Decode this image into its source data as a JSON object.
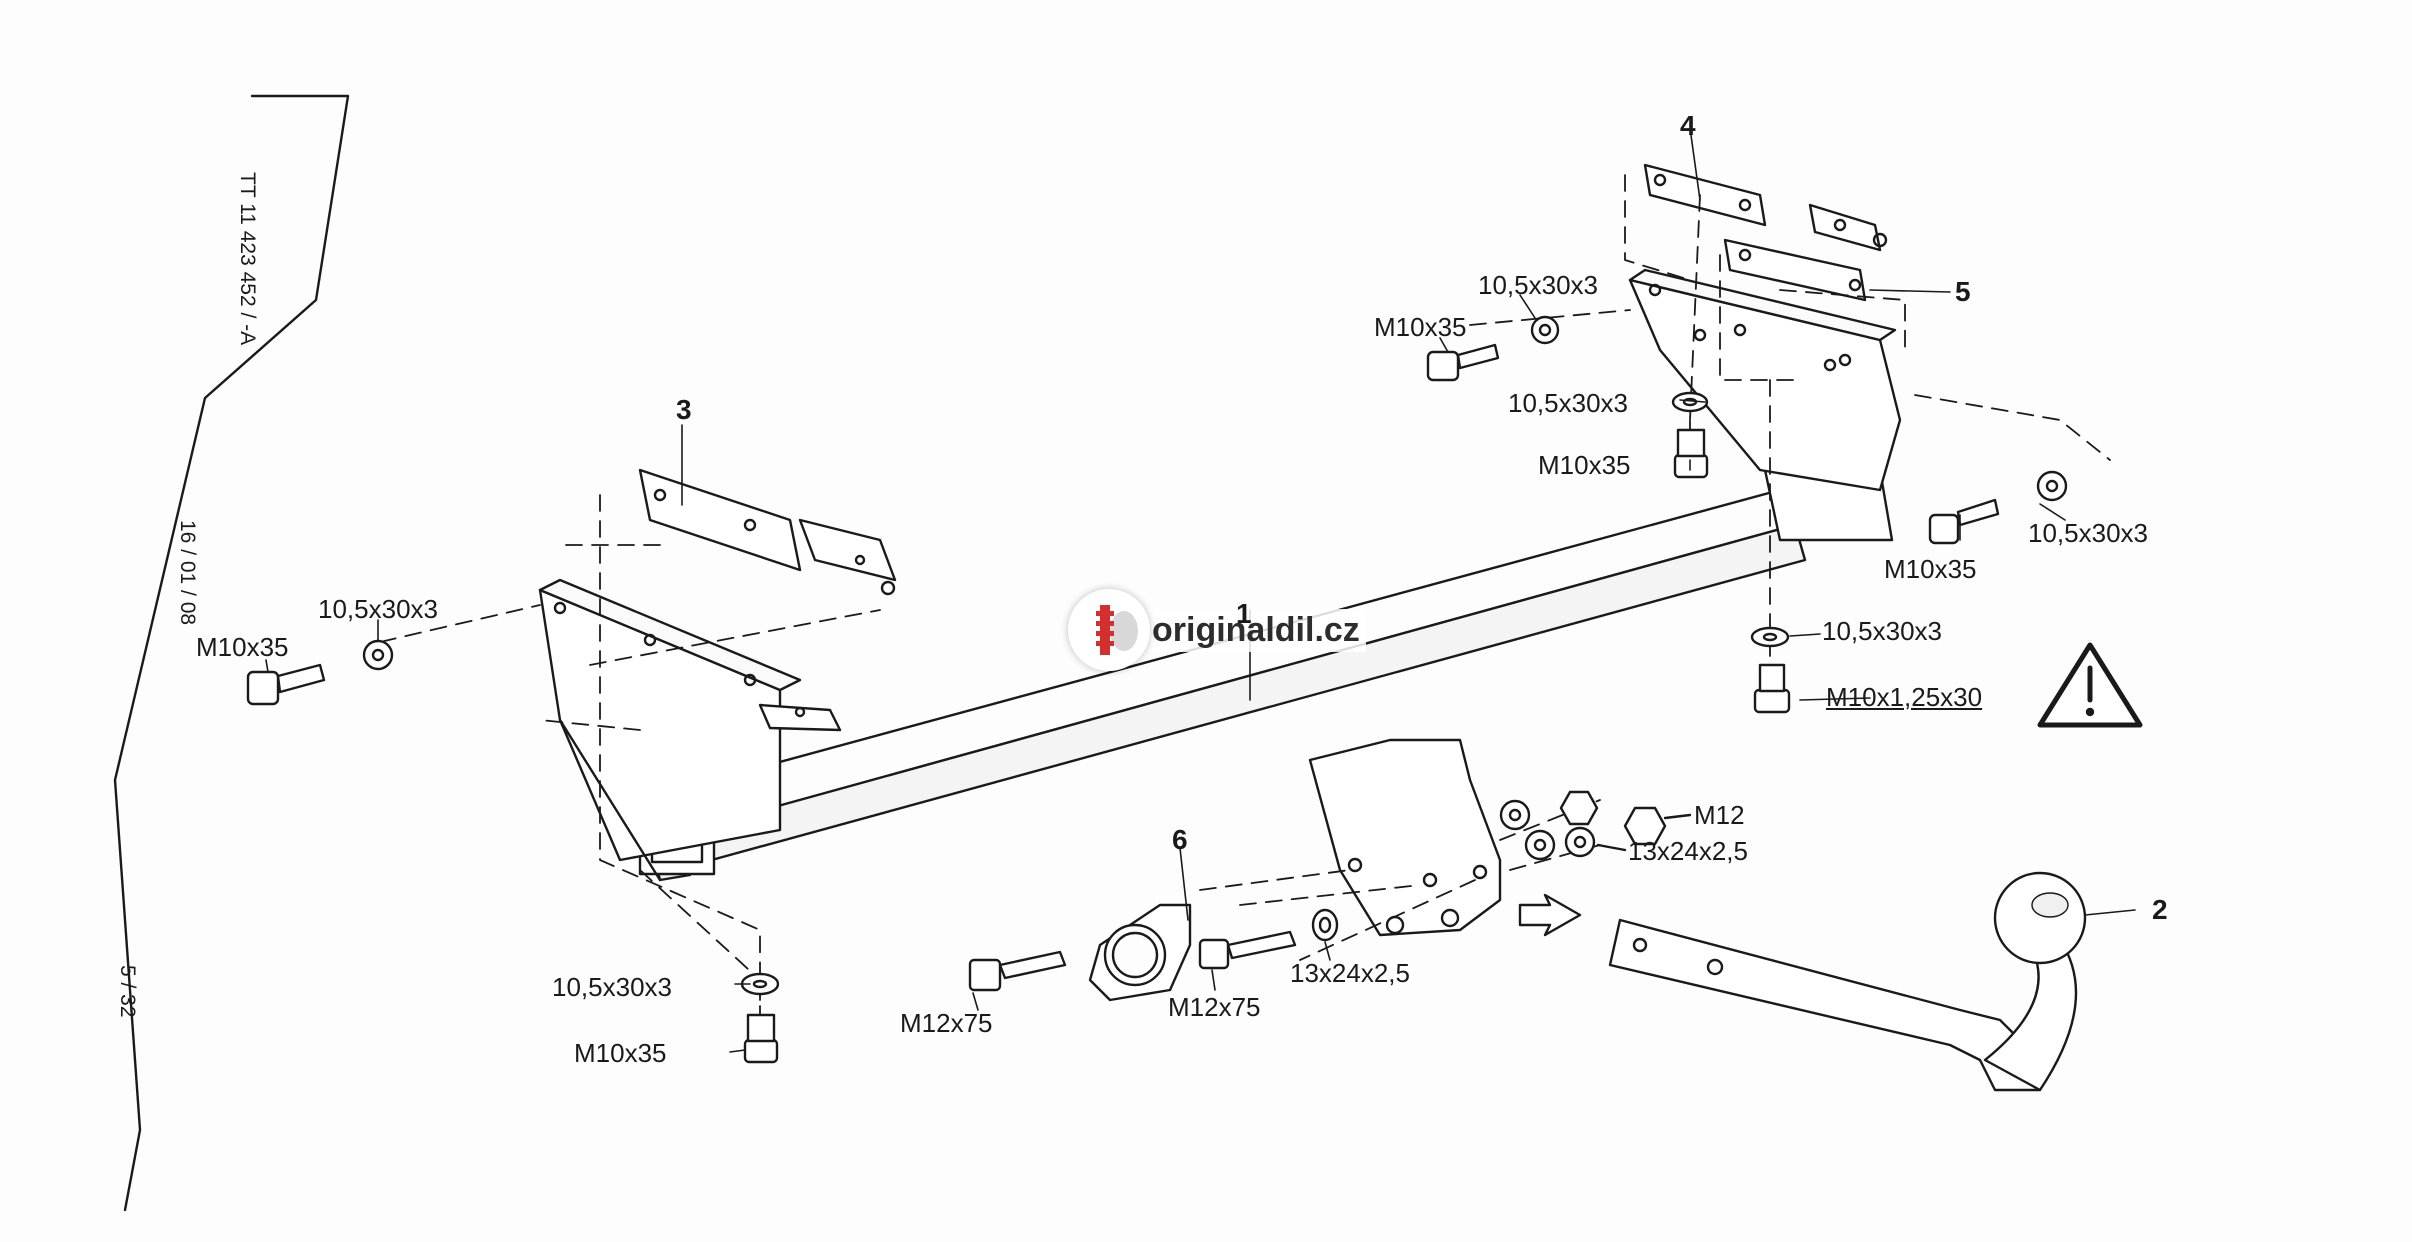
{
  "side_info": {
    "code": "TT 11 423 452 / -A",
    "date": "16 / 01 / 08",
    "page": "5 / 32"
  },
  "watermark": {
    "brand": "originaldil.cz"
  },
  "part_numbers": {
    "p1": "1",
    "p2": "2",
    "p3": "3",
    "p4": "4",
    "p5": "5",
    "p6": "6"
  },
  "hardware_labels": {
    "left_bolt": "M10x35",
    "left_washer": "10,5x30x3",
    "left_bottom_washer": "10,5x30x3",
    "left_bottom_bolt": "M10x35",
    "top_washer": "10,5x30x3",
    "top_bolt": "M10x35",
    "mid_washer": "10,5x30x3",
    "mid_bolt": "M10x35",
    "right_washer": "10,5x30x3",
    "right_bolt": "M10x35",
    "right_lower_washer": "10,5x30x3",
    "special_bolt": "M10x1,25x30",
    "nut": "M12",
    "nut_washer": "13x24x2,5",
    "bolt_m12_left": "M12x75",
    "bolt_m12_right": "M12x75",
    "washer_13": "13x24x2,5"
  },
  "colors": {
    "ink": "#1a1a1a",
    "paper": "#fdfdfd",
    "logo_red": "#d32f2f"
  }
}
